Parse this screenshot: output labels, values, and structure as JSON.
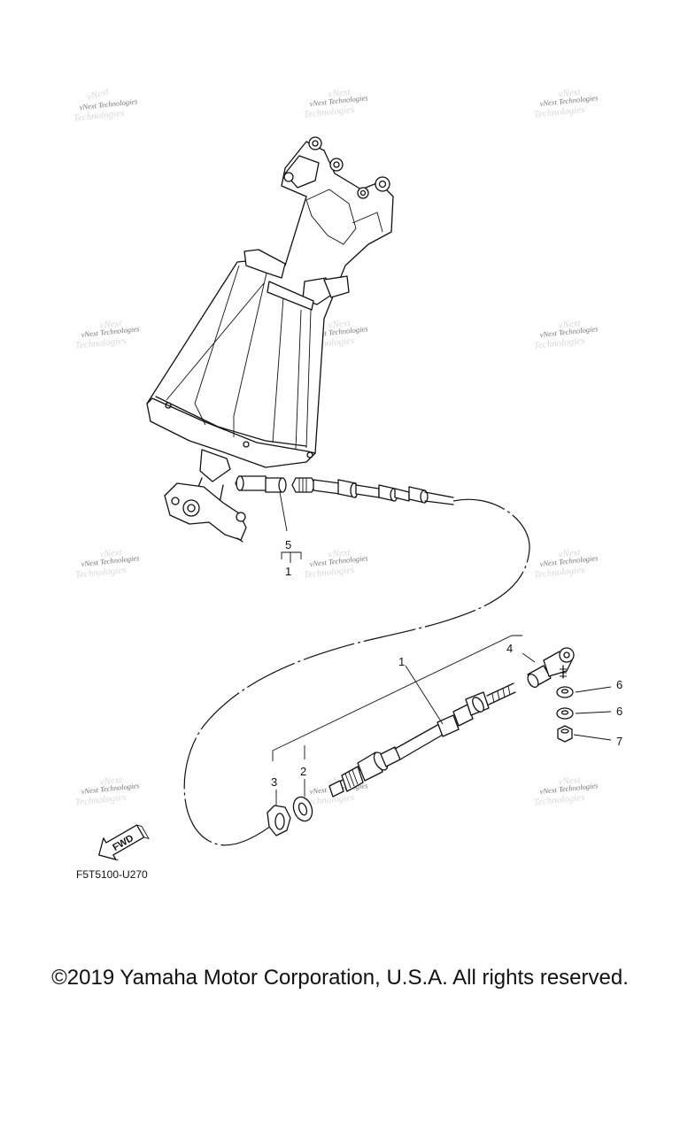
{
  "diagram": {
    "callouts": [
      "1",
      "1",
      "2",
      "3",
      "4",
      "5",
      "6",
      "6",
      "7"
    ],
    "watermark_text": "vNext Technologies",
    "fwd_label": "FWD",
    "diagram_code": "F5T5100-U270"
  },
  "footer": {
    "copyright": "©2019 Yamaha Motor Corporation, U.S.A. All rights reserved."
  }
}
